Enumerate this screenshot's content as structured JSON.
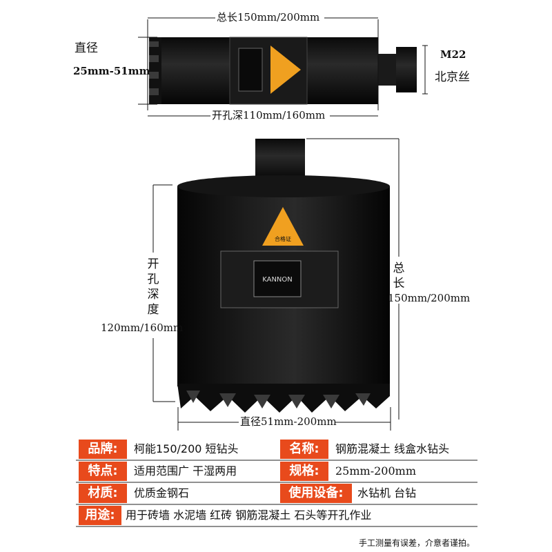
{
  "top_bit": {
    "total_length": "总长150mm/200mm",
    "diameter_title": "直径",
    "diameter_range": "25mm-51mm",
    "thread": "M22",
    "thread_type": "北京丝",
    "hole_depth": "开孔深110mm/160mm"
  },
  "big_bit": {
    "hole_depth_title": "开孔深度",
    "hole_depth_value": "120mm/160mm",
    "total_length_title": "总长",
    "total_length_value": "150mm/200mm",
    "diameter": "直径51mm-200mm",
    "brand_logo": "KANNON",
    "cert_label": "合格证"
  },
  "spec": {
    "brand_label": "品牌:",
    "brand_value": "柯能150/200  短钻头",
    "name_label": "名称:",
    "name_value": "钢筋混凝土  线盒水钻头",
    "feature_label": "特点:",
    "feature_value": "适用范围广  干湿两用",
    "size_label": "规格:",
    "size_value": "25mm-200mm",
    "material_label": "材质:",
    "material_value": "优质金钢石",
    "equipment_label": "使用设备:",
    "equipment_value": "水钻机  台钻",
    "usage_label": "用途:",
    "usage_value": "用于砖墙  水泥墙  红砖  钢筋混凝土  石头等开孔作业"
  },
  "footnote": "手工测量有误差，介意者谨拍。",
  "colors": {
    "accent": "#e84a1c",
    "body": "#0d0d0d"
  }
}
